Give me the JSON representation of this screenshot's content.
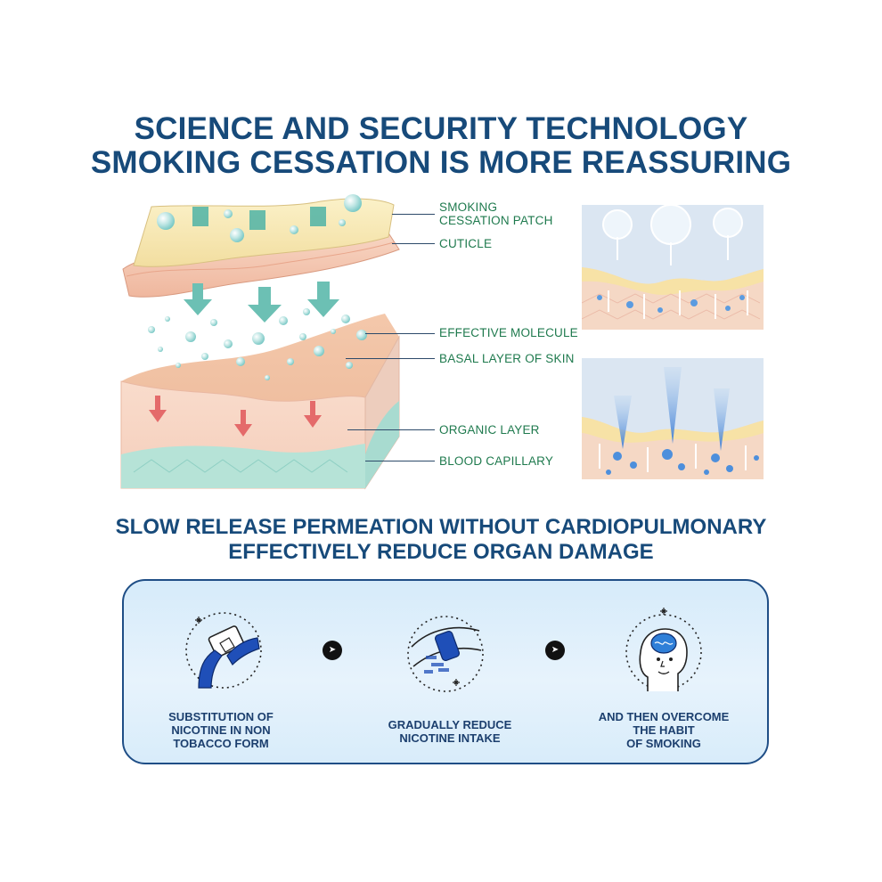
{
  "headline": {
    "line1": "SCIENCE AND SECURITY TECHNOLOGY",
    "line2": "SMOKING CESSATION IS MORE REASSURING"
  },
  "diagram_labels": {
    "patch_line1": "SMOKING",
    "patch_line2": "CESSATION PATCH",
    "cuticle": "CUTICLE",
    "molecule": "EFFECTIVE MOLECULE",
    "basal": "BASAL LAYER OF SKIN",
    "organic": "ORGANIC LAYER",
    "capillary": "BLOOD CAPILLARY"
  },
  "subheadline": {
    "line1": "SLOW RELEASE PERMEATION WITHOUT CARDIOPULMONARY",
    "line2": "EFFECTIVELY REDUCE ORGAN DAMAGE"
  },
  "steps": [
    {
      "lines": [
        "SUBSTITUTION OF",
        "NICOTINE IN NON",
        "TOBACCO FORM"
      ],
      "icon": "patch-applying-icon"
    },
    {
      "lines": [
        "GRADUALLY REDUCE",
        "NICOTINE INTAKE"
      ],
      "icon": "patch-on-arm-icon"
    },
    {
      "lines": [
        "AND THEN OVERCOME",
        "THE HABIT",
        "OF SMOKING"
      ],
      "icon": "head-brain-icon"
    }
  ],
  "colors": {
    "title": "#174a7a",
    "label": "#1f7a4e",
    "accent_blue": "#1f4fb8",
    "panel_bg": "#dceefb"
  }
}
